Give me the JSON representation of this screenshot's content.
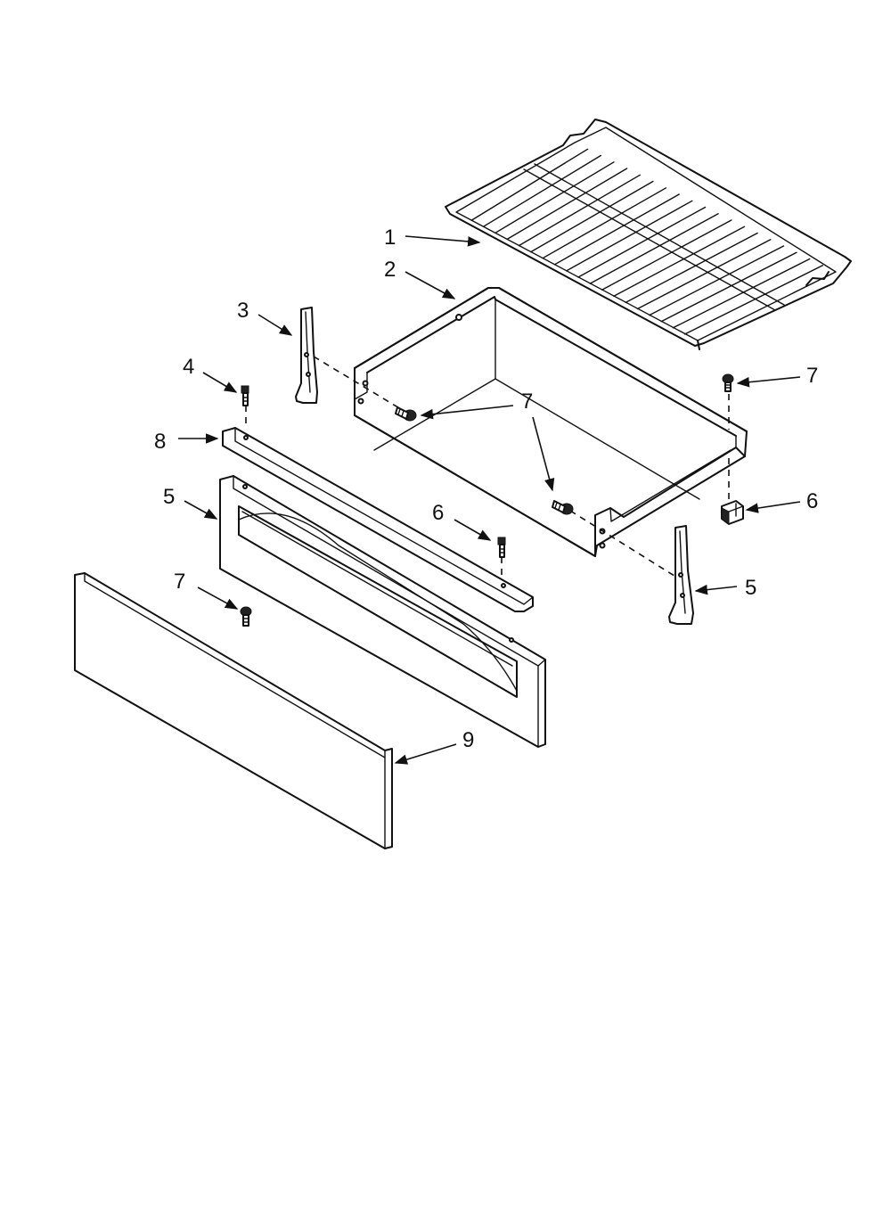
{
  "callouts": {
    "rack": "1",
    "drawer_body": "2",
    "left_slide": "3",
    "stud_left": "4",
    "drawer_panel": "5",
    "right_slide": "5",
    "stud_right": "6",
    "clip": "6",
    "screw_top_right": "7",
    "screw_center": "7",
    "screw_bottom_left": "7",
    "handle_trim": "8",
    "front_panel": "9"
  },
  "colors": {
    "line": "#111111",
    "background": "#ffffff"
  }
}
